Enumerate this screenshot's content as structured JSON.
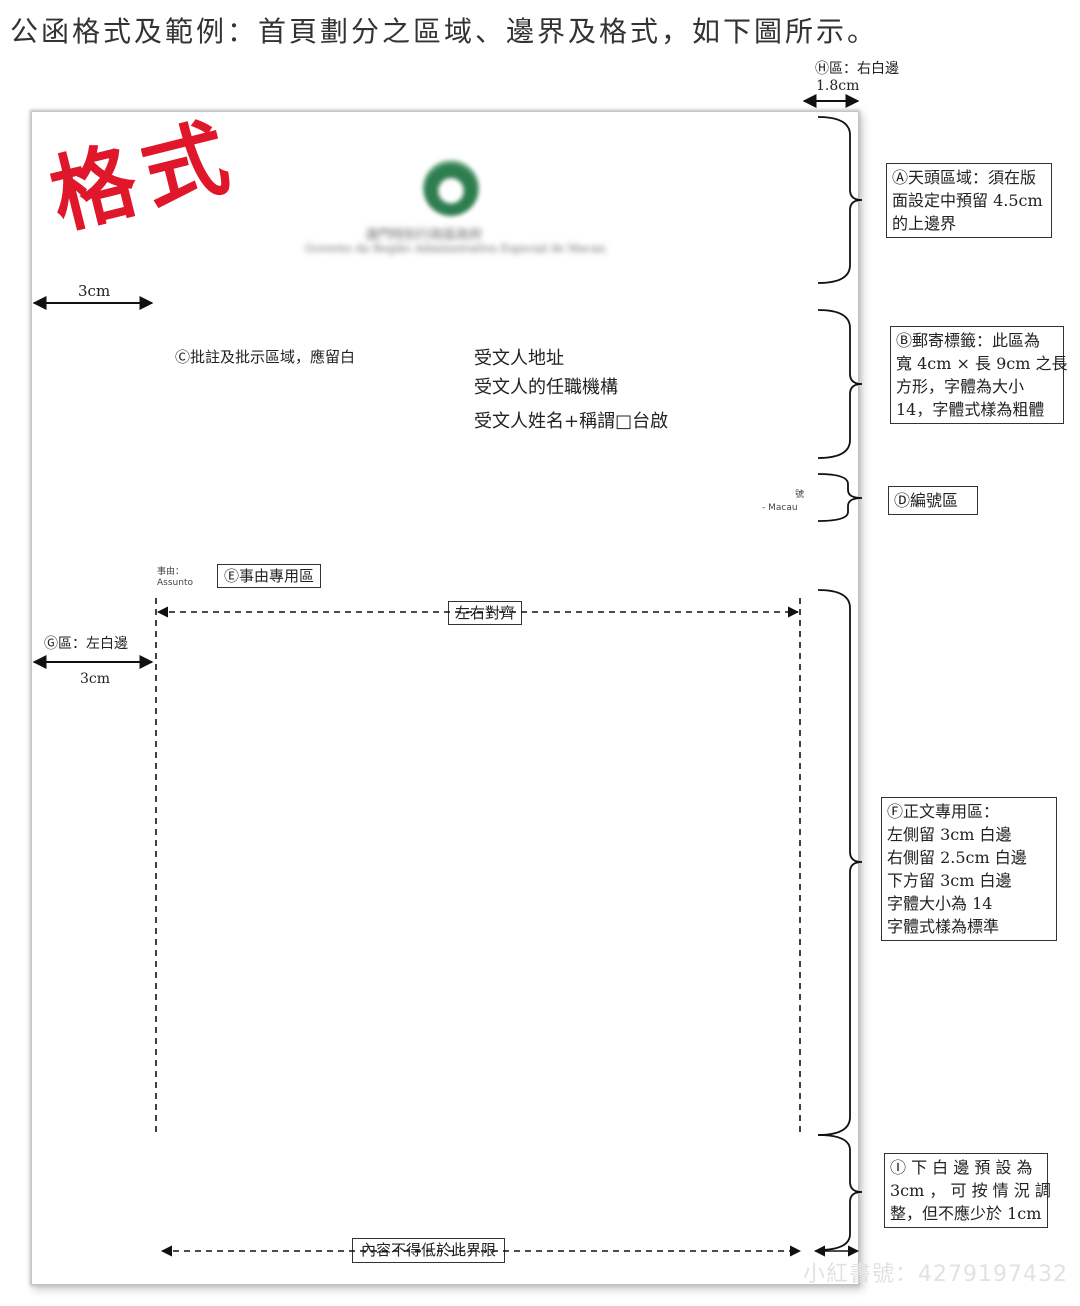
{
  "heading": "公函格式及範例：首頁劃分之區域、邊界及格式，如下圖所示。",
  "stamp": "格式",
  "letterhead": {
    "org_line1": "澳門特別行政區政府",
    "org_line2": "Governo da Região Administrativa Especial de Macau"
  },
  "margins": {
    "right_label": "Ⓗ區：右白邊",
    "right_value": "1.8cm",
    "top_left_value": "3cm",
    "left_label": "Ⓖ區：左白邊",
    "left_value": "3cm"
  },
  "zone_c": "Ⓒ批註及批示區域，應留白",
  "recipient": {
    "line1": "受文人地址",
    "line2": "受文人的任職機構",
    "line3": "受文人姓名+稱謂□台啟"
  },
  "ref_small": {
    "line1": "號",
    "line2": "- Macau"
  },
  "subject_small": {
    "line1": "事由：",
    "line2": "Assunto"
  },
  "zone_e": "Ⓔ事由專用區",
  "justify_label": "左右對齊",
  "bottom_limit_label": "內容不得低於此界限",
  "annotations": {
    "a": [
      "Ⓐ天頭區域：須在版",
      "面設定中預留 4.5cm",
      "的上邊界"
    ],
    "b": [
      "Ⓑ郵寄標籤：此區為",
      "寬 4cm × 長 9cm 之長",
      "方形，字體為大小",
      "14，字體式樣為粗體"
    ],
    "d": [
      "Ⓓ編號區"
    ],
    "f": [
      "Ⓕ正文專用區：",
      "左側留 3cm 白邊",
      "右側留 2.5cm 白邊",
      "下方留 3cm 白邊",
      "字體大小為 14",
      "字體式樣為標準"
    ],
    "i": [
      "Ⓘ 下 白 邊 預 設 為",
      "3cm ， 可 按 情 況 調",
      "整，但不應少於 1cm"
    ]
  },
  "watermark": "小紅書號：4279197432"
}
